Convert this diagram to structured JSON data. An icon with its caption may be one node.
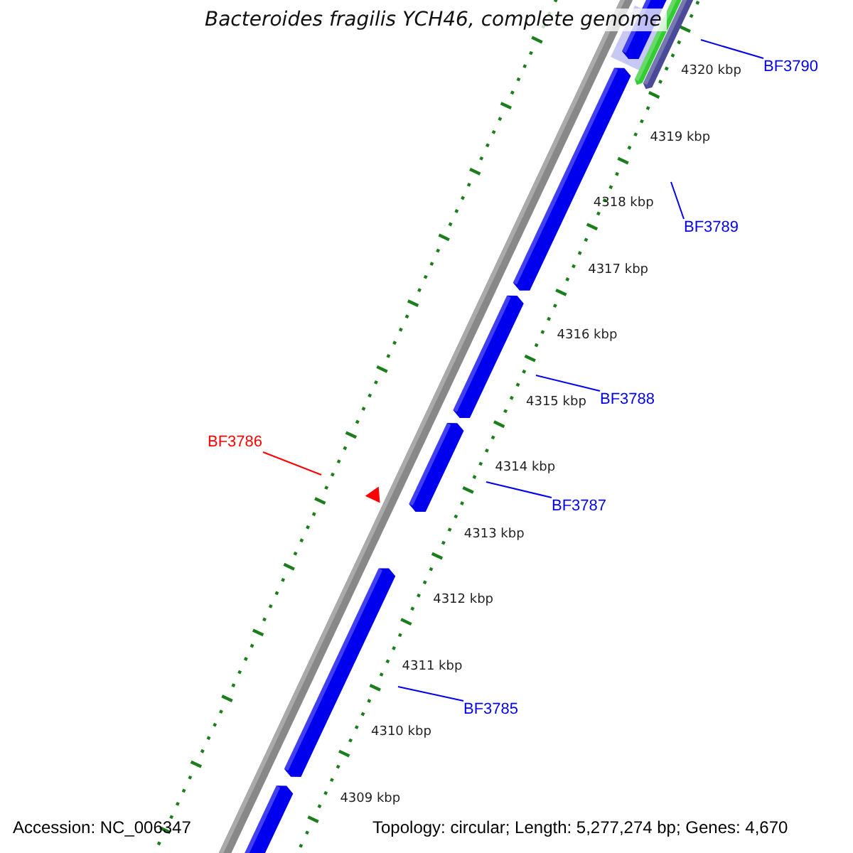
{
  "diagram": {
    "title": "Bacteroides fragilis YCH46, complete genome",
    "nodes": [
      {
        "text": [
          "BF3790"
        ]
      },
      {
        "text": [
          "BF3789"
        ]
      },
      {
        "text": [
          "BF3788"
        ]
      },
      {
        "text": [
          "BF3786"
        ]
      },
      {
        "text": [
          "BF3787"
        ]
      },
      {
        "text": [
          "BF3785"
        ]
      }
    ],
    "edges": [
      {
        "from": 0,
        "to": null,
        "arrow": "none"
      },
      {
        "from": 1,
        "to": null,
        "arrow": "none"
      },
      {
        "from": 2,
        "to": null,
        "arrow": "none"
      },
      {
        "from": 3,
        "to": null,
        "arrow": "none",
        "color": "#ff0000"
      },
      {
        "from": 4,
        "to": null,
        "arrow": "none"
      },
      {
        "from": 5,
        "to": null,
        "arrow": "none"
      }
    ],
    "labels": [
      "4320 kbp",
      "4319 kbp",
      "4318 kbp",
      "4317 kbp",
      "4316 kbp",
      "4315 kbp",
      "4314 kbp",
      "4313 kbp",
      "4312 kbp",
      "4311 kbp",
      "4310 kbp",
      "4309 kbp",
      "Accession: NC_006347",
      "Topology: circular; Length: 5,277,274 bp; Genes: 4,670"
    ]
  }
}
